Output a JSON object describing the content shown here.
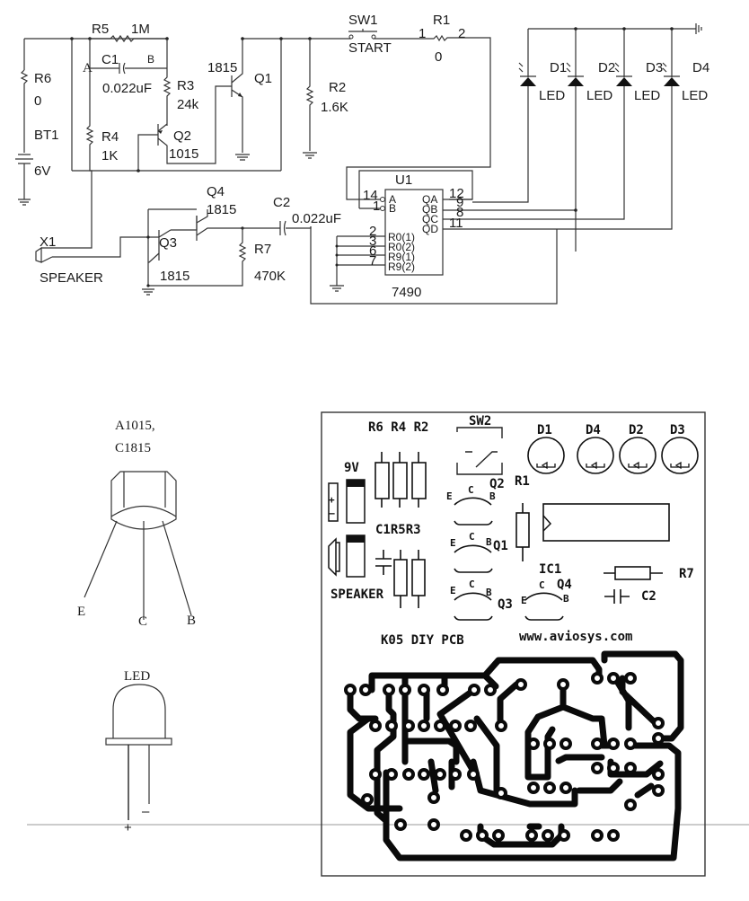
{
  "schematic": {
    "components": {
      "R5": {
        "ref": "R5",
        "value": "1M"
      },
      "C1": {
        "ref": "C1",
        "value": "0.022uF",
        "node_a": "A",
        "node_b": "B"
      },
      "R6": {
        "ref": "R6",
        "value": "0"
      },
      "BT1": {
        "ref": "BT1",
        "value": "6V"
      },
      "R3": {
        "ref": "R3",
        "value": "24k"
      },
      "R4": {
        "ref": "R4",
        "value": "1K"
      },
      "Q2": {
        "ref": "Q2",
        "value": "1015"
      },
      "Q1": {
        "ref": "Q1",
        "value": "1815"
      },
      "R2": {
        "ref": "R2",
        "value": "1.6K"
      },
      "SW1": {
        "ref": "SW1",
        "value": "START"
      },
      "R1": {
        "ref": "R1",
        "value": "0",
        "pin1": "1",
        "pin2": "2"
      },
      "D1": {
        "ref": "D1",
        "value": "LED"
      },
      "D2": {
        "ref": "D2",
        "value": "LED"
      },
      "D3": {
        "ref": "D3",
        "value": "LED"
      },
      "D4": {
        "ref": "D4",
        "value": "LED"
      },
      "Q4": {
        "ref": "Q4",
        "value": "1815"
      },
      "Q3": {
        "ref": "Q3",
        "value": "1815"
      },
      "C2": {
        "ref": "C2",
        "value": "0.022uF"
      },
      "R7": {
        "ref": "R7",
        "value": "470K"
      },
      "X1": {
        "ref": "X1",
        "value": "SPEAKER"
      },
      "U1": {
        "ref": "U1",
        "value": "7490",
        "left_pins": [
          {
            "num": "14",
            "name": "A"
          },
          {
            "num": "1",
            "name": "B"
          },
          {
            "num": "2",
            "name": "R0(1)"
          },
          {
            "num": "3",
            "name": "R0(2)"
          },
          {
            "num": "6",
            "name": "R9(1)"
          },
          {
            "num": "7",
            "name": "R9(2)"
          }
        ],
        "right_pins": [
          {
            "num": "12",
            "name": "QA"
          },
          {
            "num": "9",
            "name": "QB"
          },
          {
            "num": "8",
            "name": "QC"
          },
          {
            "num": "11",
            "name": "QD"
          }
        ]
      }
    }
  },
  "transistor_diagram": {
    "title_line1": "A1015,",
    "title_line2": "C1815",
    "pins": [
      "E",
      "C",
      "B"
    ]
  },
  "led_diagram": {
    "title": "LED",
    "plus": "+",
    "minus": "–"
  },
  "pcb": {
    "silkscreen": {
      "resistors_top": "R6 R4 R2",
      "switch": "SW2",
      "battery": "9V",
      "caps_row": "C1R5R3",
      "speaker": "SPEAKER",
      "r1": "R1",
      "ic": "IC1",
      "r7": "R7",
      "c2": "C2",
      "title": "K05 DIY PCB",
      "url": "www.aviosys.com",
      "leds": [
        "D1",
        "D4",
        "D2",
        "D3"
      ],
      "transistors": [
        {
          "ref": "Q2",
          "e": "E",
          "c": "C",
          "b": "B"
        },
        {
          "ref": "Q1",
          "e": "E",
          "c": "C",
          "b": "B"
        },
        {
          "ref": "Q3",
          "e": "E",
          "c": "C",
          "b": "B"
        },
        {
          "ref": "Q4",
          "e": "E",
          "c": "C",
          "b": "B"
        }
      ],
      "battery_plus": "+",
      "battery_minus": "–"
    }
  }
}
